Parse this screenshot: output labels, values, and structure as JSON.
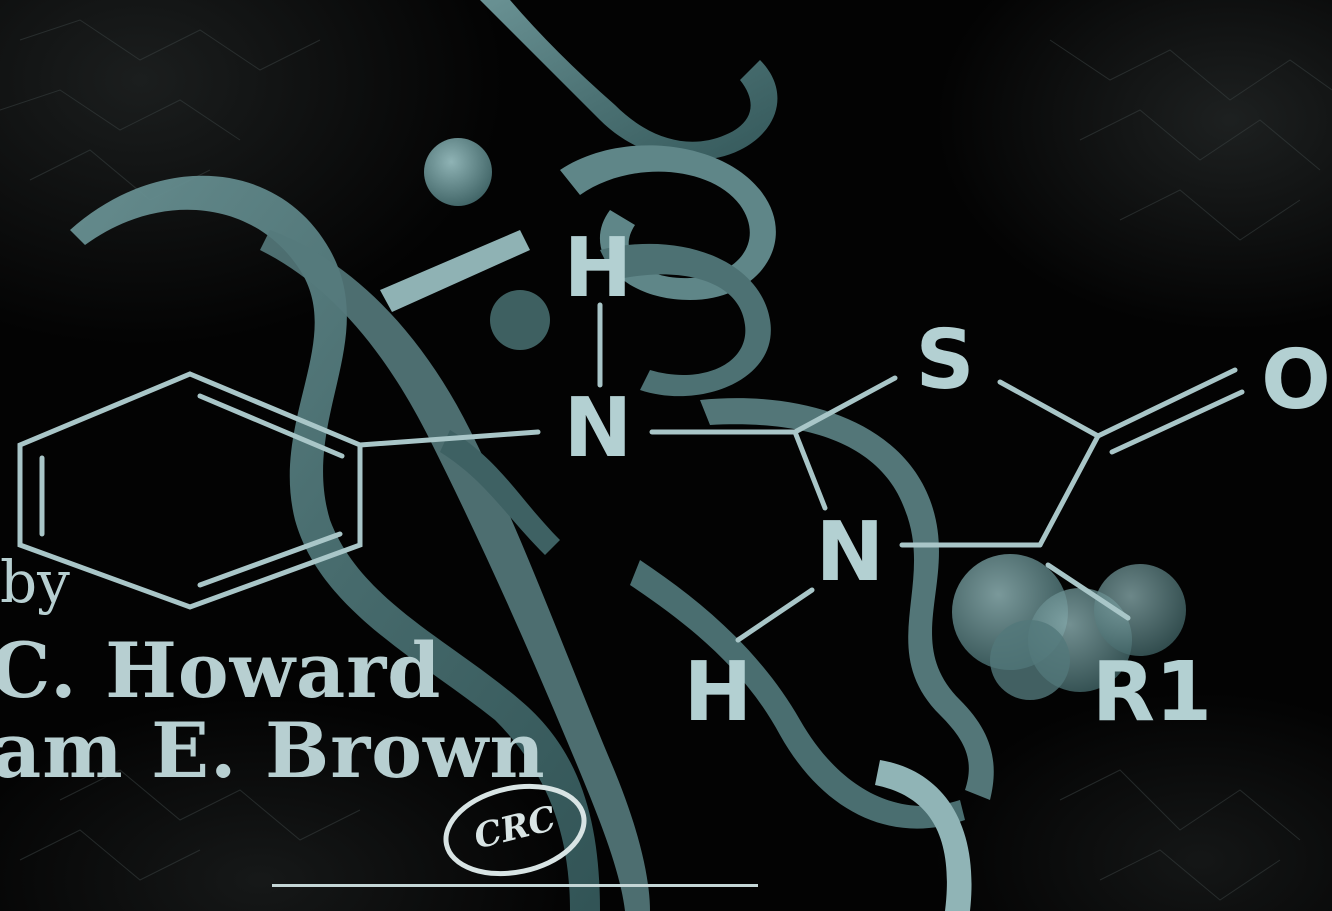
{
  "cover": {
    "byline_prefix": "by",
    "authors": [
      "C. Howard",
      "am E. Brown"
    ],
    "publisher_logo_text": "CRC"
  },
  "molecule": {
    "atom_labels": {
      "h_top": "H",
      "n_amine": "N",
      "s_ring": "S",
      "o_carbonyl": "O",
      "n_ring": "N",
      "h_bottom": "H",
      "r_group": "R1"
    }
  },
  "colors": {
    "background": "#030303",
    "ribbon": "#4f7476",
    "structure_lines": "#a9c6c8",
    "text": "#b7cfd1"
  }
}
